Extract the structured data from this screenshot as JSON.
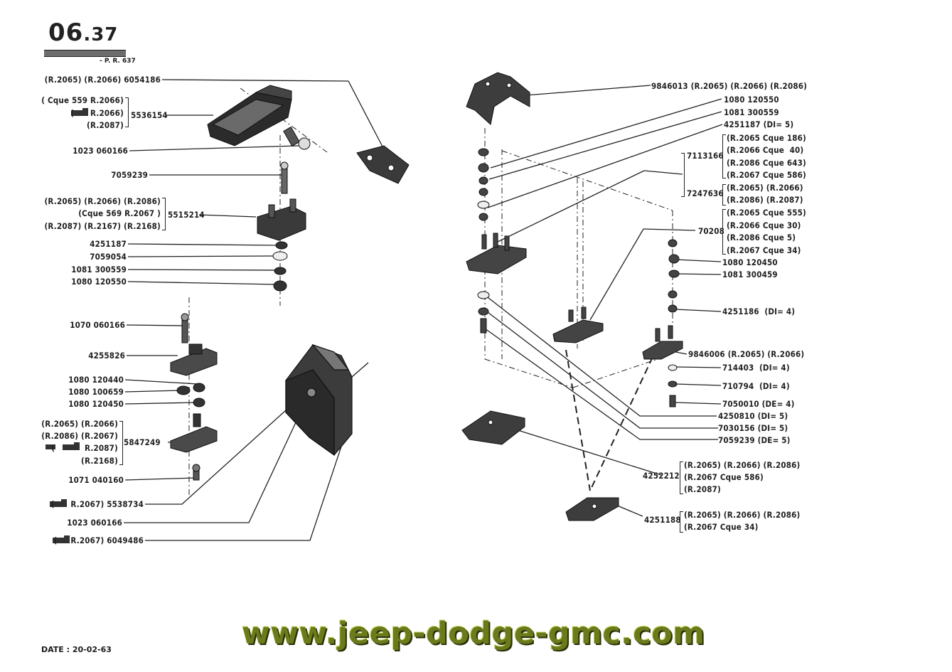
{
  "header": {
    "page_number": "06",
    "page_sub": ".37",
    "pr_ref": "- P. R. 637"
  },
  "footer": {
    "date": "DATE : 20-02-63",
    "website": "www.jeep-dodge-gmc.com"
  },
  "left_labels": {
    "l1": "(R.2065) (R.2066) 6054186",
    "l2a": "( Cque 559 R.2066)",
    "l2b": "(      R.2066)",
    "l2c": "(R.2087)",
    "l2ref": "5536154",
    "l3": "1023 060166",
    "l4": "7059239",
    "l5a": "(R.2065) (R.2066) (R.2086)",
    "l5b": "(Cque 569 R.2067 )",
    "l5c": "(R.2087) (R.2167) (R.2168)",
    "l5ref": "5515214",
    "l6": "4251187",
    "l7": "7059054",
    "l8": "1081 300559",
    "l9": "1080 120550",
    "l10": "1070 060166",
    "l11": "4255826",
    "l12": "1080 120440",
    "l13": "1080 100659",
    "l14": "1080 120450",
    "l15a": "(R.2065) (R.2066)",
    "l15b": "(R.2086) (R.2067)",
    "l15c": "(           R.2087)",
    "l15d": "(R.2168)",
    "l15ref": "5847249",
    "l16": "1071 040160",
    "l17": "(      R.2067) 5538734",
    "l18": "1023 060166",
    "l19": "(     R.2067) 6049486"
  },
  "right_labels": {
    "r1": "9846013 (R.2065) (R.2066) (R.2086)",
    "r2": "1080 120550",
    "r3": "1081 300559",
    "r4": "4251187 (DI= 5)",
    "r5ref": "7113166",
    "r5a": "(R.2065 Cque 186)",
    "r5b": "(R.2066 Cque  40)",
    "r5c": "(R.2086 Cque 643)",
    "r5d": "(R.2067 Cque 586)",
    "r6ref": "7247636",
    "r6a": "(R.2065) (R.2066)",
    "r6b": "(R.2086) (R.2087)",
    "r7a": "(R.2065 Cque 555)",
    "r7b": "(R.2066 Cque 30)",
    "r7ref": "70208",
    "r7c": "(R.2086 Cque 5)",
    "r7d": "(R.2067 Cque 34)",
    "r8": "1080 120450",
    "r9": "1081 300459",
    "r10": "4251186  (DI= 4)",
    "r11": "9846006 (R.2065) (R.2066)",
    "r12": "714403  (DI= 4)",
    "r13": "710794  (DI= 4)",
    "r14": "7050010 (DE= 4)",
    "r15": "4250810 (DI= 5)",
    "r16": "7030156 (DI= 5)",
    "r17": "7059239 (DE= 5)",
    "r18ref": "4252212",
    "r18a": "(R.2065) (R.2066) (R.2086)",
    "r18b": "(R.2067 Cque 586)",
    "r18c": "(R.2087)",
    "r19ref": "4251188",
    "r19a": "(R.2065) (R.2066) (R.2086)",
    "r19b": "(R.2067 Cque 34)"
  }
}
